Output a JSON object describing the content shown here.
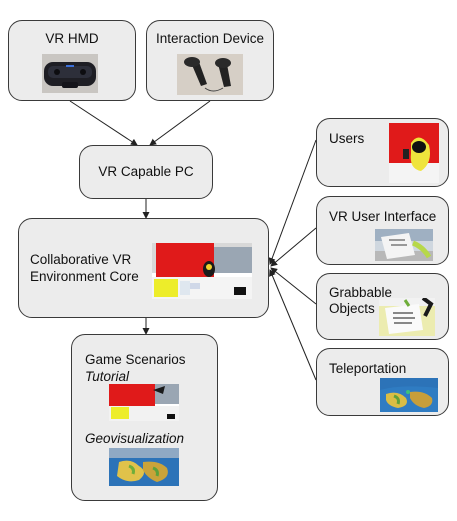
{
  "nodes": {
    "hmd": {
      "label": "VR HMD"
    },
    "interaction": {
      "label": "Interaction Device"
    },
    "pc": {
      "label": "VR Capable PC"
    },
    "core": {
      "label_line1": "Collaborative VR",
      "label_line2": "Environment Core"
    },
    "scenarios": {
      "label": "Game Scenarios",
      "sub1": "Tutorial",
      "sub2": "Geovisualization"
    },
    "users": {
      "label": "Users"
    },
    "vrui": {
      "label": "VR User Interface"
    },
    "grabbable": {
      "label_line1": "Grabbable",
      "label_line2": "Objects"
    },
    "teleport": {
      "label": "Teleportation"
    }
  },
  "colors": {
    "box_fill": "#ececec",
    "box_stroke": "#3a3a3a",
    "arrow": "#222222"
  }
}
